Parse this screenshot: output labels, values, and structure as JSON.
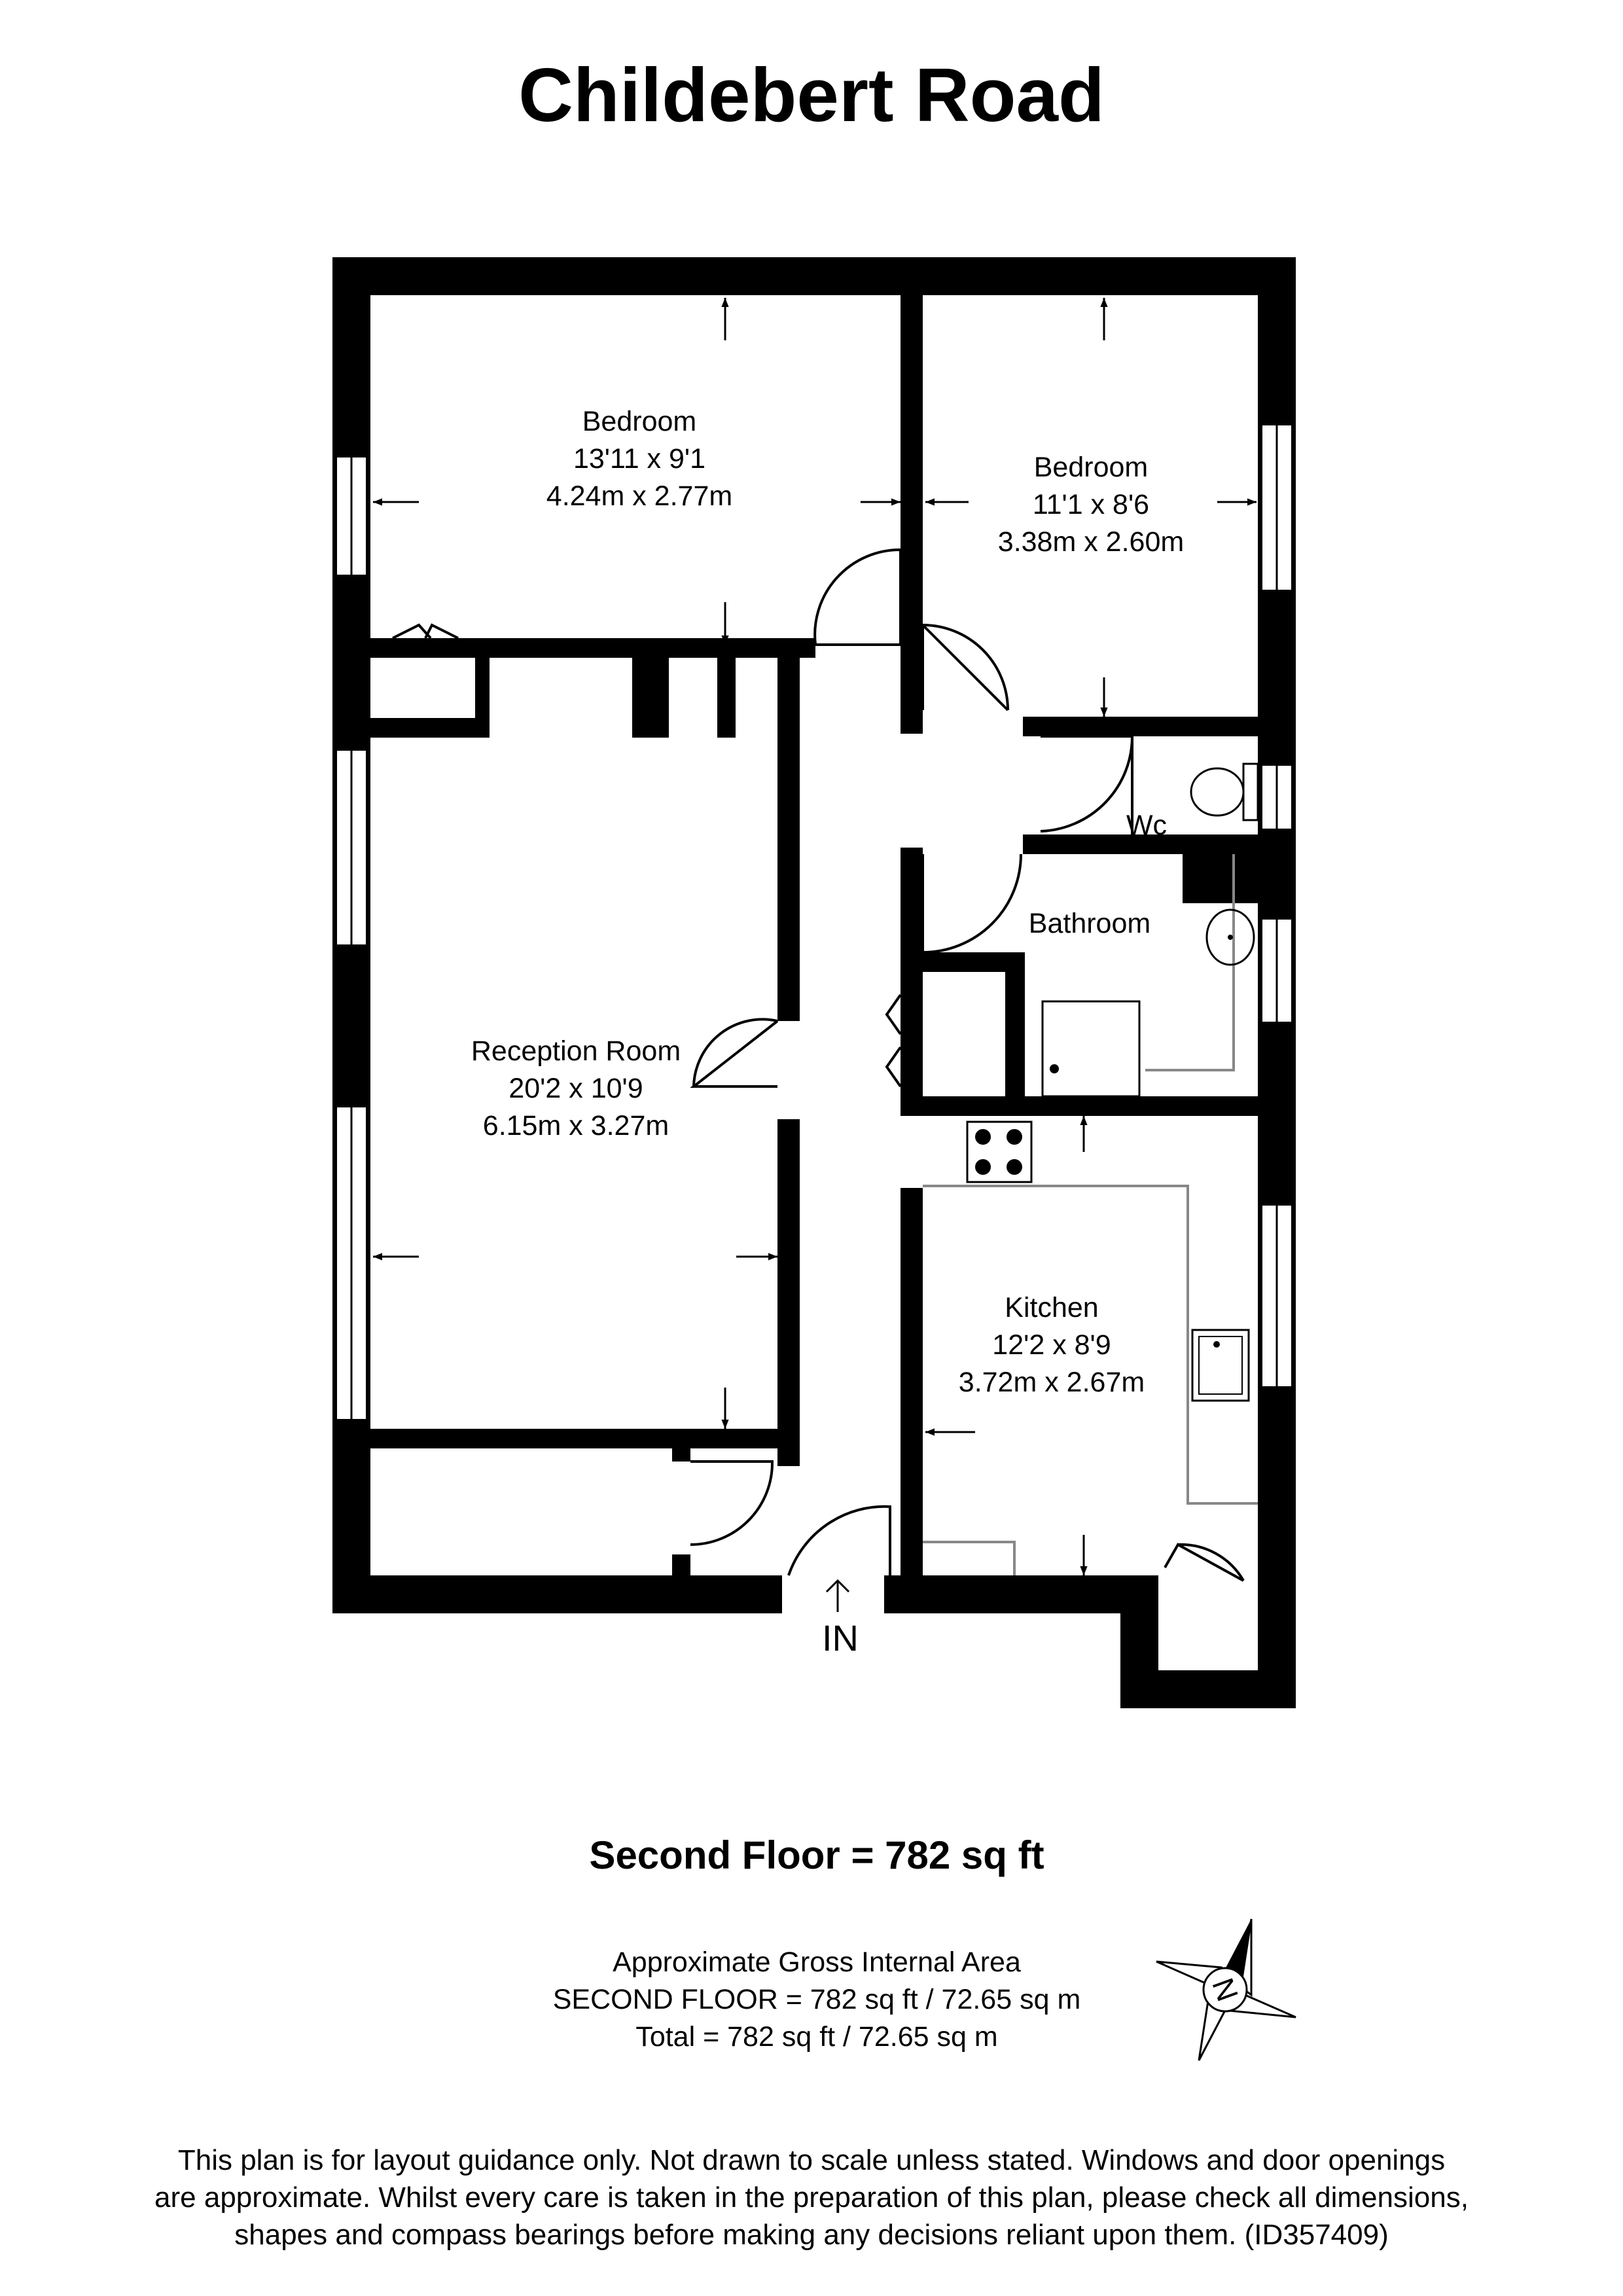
{
  "title": "Childebert Road",
  "rooms": {
    "bedroom1": {
      "name": "Bedroom",
      "imperial": "13'11 x 9'1",
      "metric": "4.24m x 2.77m"
    },
    "bedroom2": {
      "name": "Bedroom",
      "imperial": "11'1 x 8'6",
      "metric": "3.38m x 2.60m"
    },
    "wc": {
      "name": "Wc"
    },
    "bathroom": {
      "name": "Bathroom"
    },
    "reception": {
      "name": "Reception Room",
      "imperial": "20'2 x 10'9",
      "metric": "6.15m x 3.27m"
    },
    "kitchen": {
      "name": "Kitchen",
      "imperial": "12'2 x 8'9",
      "metric": "3.72m x 2.67m"
    }
  },
  "entrance_label": "IN",
  "floor_area": "Second Floor = 782 sq ft",
  "gross_area": {
    "heading": "Approximate Gross Internal Area",
    "floor_line": "SECOND FLOOR = 782 sq ft / 72.65 sq m",
    "total_line": "Total = 782 sq ft / 72.65 sq m"
  },
  "compass_letter": "N",
  "disclaimer": [
    "This plan is for layout guidance only. Not drawn to scale unless stated. Windows and door openings",
    "are approximate. Whilst every care is taken in the preparation of this plan, please check all dimensions,",
    "shapes and compass bearings before making any decisions reliant upon them. (ID357409)"
  ],
  "colors": {
    "wall": "#000000",
    "fixture": "#888888",
    "background": "#ffffff"
  }
}
